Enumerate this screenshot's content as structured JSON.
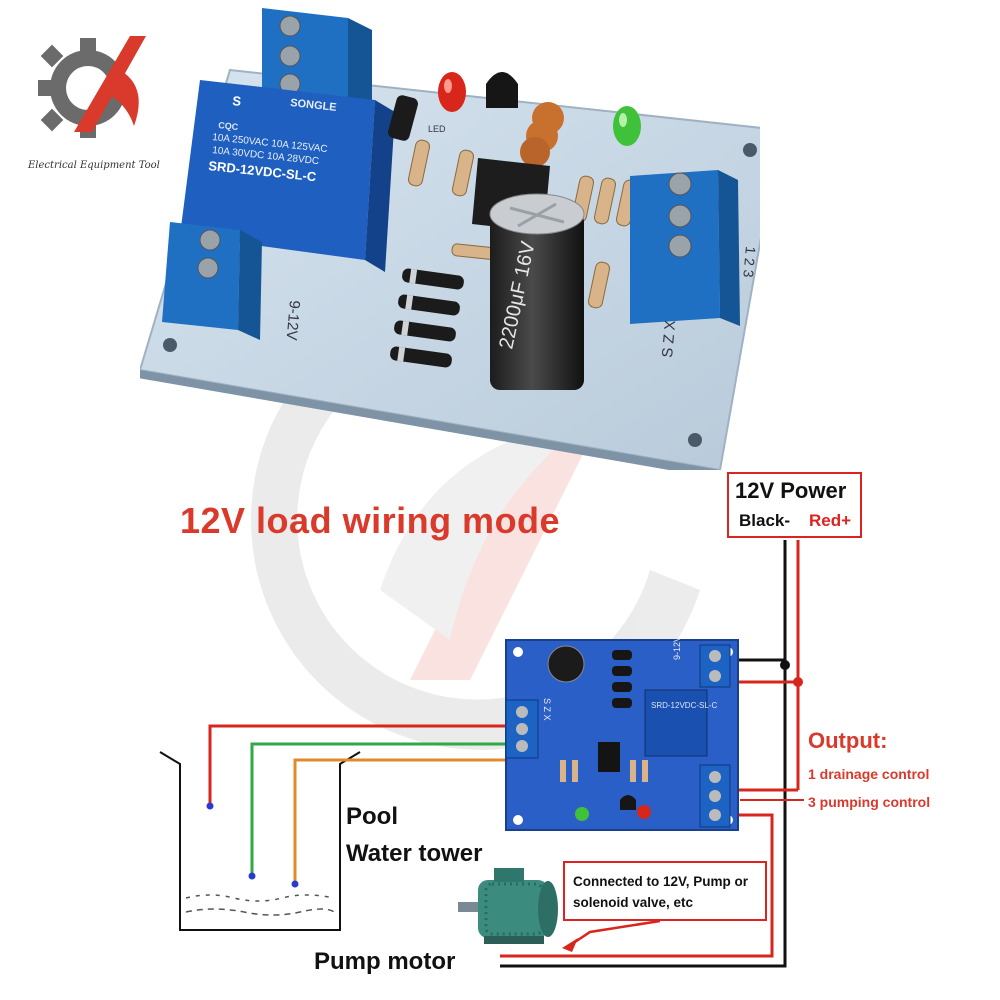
{
  "brand": {
    "name": "Electrical Equipment Tool",
    "colors": {
      "red": "#d93a2b",
      "gray": "#6b6b6b"
    }
  },
  "relay": {
    "maker": "SONGLE",
    "rating_1": "10A 250VAC  10A 125VAC",
    "rating_2": "10A  30VDC  10A  28VDC",
    "model": "SRD-12VDC-SL-C",
    "cert": "CQC"
  },
  "board_labels": {
    "led": "LED",
    "voltage": "9-12V",
    "sensor_terminals": "S Z X",
    "pin_numbers": "1 2 3",
    "capacitor": "2200μF 16V"
  },
  "title": "12V load wiring mode",
  "power": {
    "title": "12V Power",
    "black": "Black-",
    "red": "Red+"
  },
  "output": {
    "title": "Output:",
    "line1": "1 drainage control",
    "line2": "3 pumping control"
  },
  "tank": {
    "label1": "Pool",
    "label2": "Water tower"
  },
  "note": {
    "text": "Connected to 12V, Pump or solenoid valve, etc"
  },
  "pump": {
    "label": "Pump motor"
  },
  "small_board": {
    "voltage": "9-12V",
    "relay_model": "SRD-12VDC-SL-C",
    "sensor": "S Z X"
  },
  "wire_colors": {
    "red": "#d9261c",
    "black": "#111111",
    "green": "#2fa845",
    "orange": "#e08a2a"
  }
}
